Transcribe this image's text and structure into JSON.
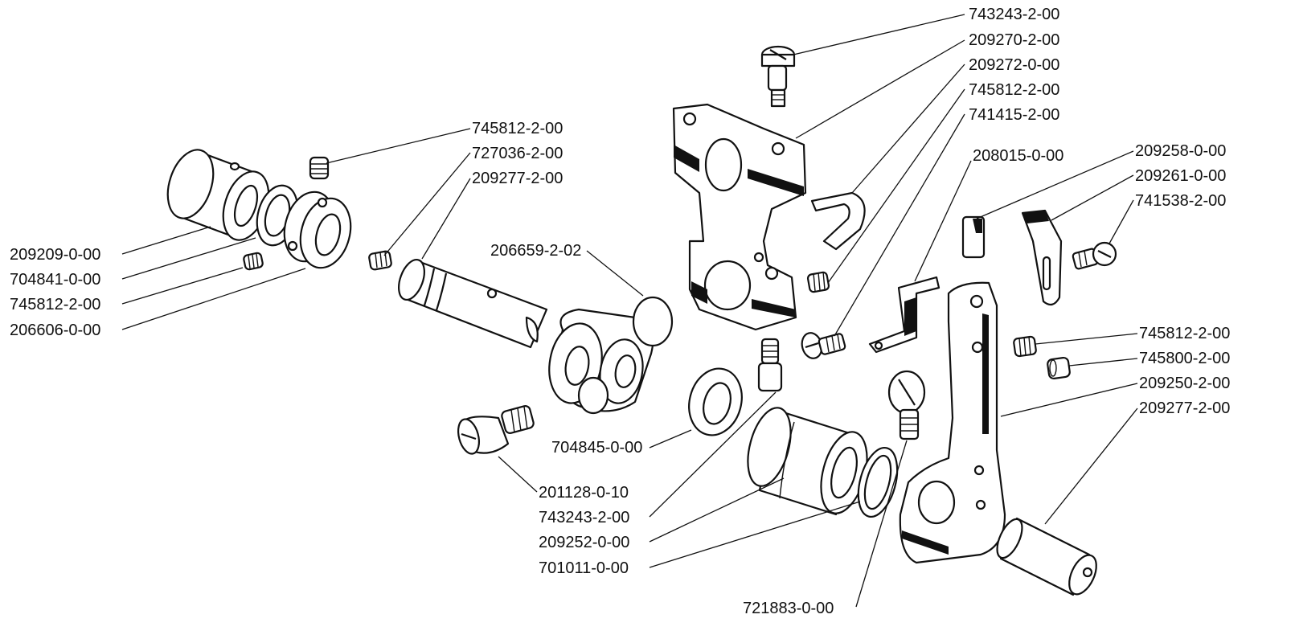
{
  "labels": {
    "l01": "209209-0-00",
    "l02": "704841-0-00",
    "l03": "745812-2-00",
    "l04": "206606-0-00",
    "l05": "745812-2-00",
    "l06": "727036-2-00",
    "l07": "209277-2-00",
    "l08": "206659-2-02",
    "l09": "704845-0-00",
    "l10": "201128-0-10",
    "l11": "743243-2-00",
    "l12": "209252-0-00",
    "l13": "701011-0-00",
    "l14": "721883-0-00",
    "l15": "743243-2-00",
    "l16": "209270-2-00",
    "l17": "209272-0-00",
    "l18": "745812-2-00",
    "l19": "741415-2-00",
    "l20": "208015-0-00",
    "l21": "209258-0-00",
    "l22": "209261-0-00",
    "l23": "741538-2-00",
    "l24": "745812-2-00",
    "l25": "745800-2-00",
    "l26": "209250-2-00",
    "l27": "209277-2-00"
  }
}
